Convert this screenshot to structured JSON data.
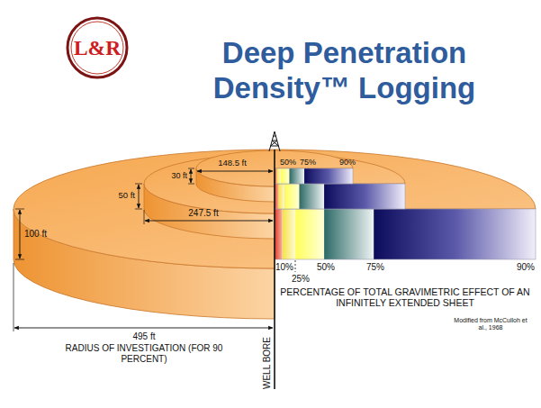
{
  "diagram": {
    "title": "Deep Penetration Density™ Logging",
    "nodes": [
      {
        "text": [
          "L&R"
        ]
      }
    ],
    "labels": [
      "50%",
      "75%",
      "90%",
      "148.5 ft",
      "30 ft",
      "247.5 ft",
      "50 ft",
      "100 ft",
      "10%",
      "25%",
      "50%",
      "75%",
      "90%",
      "495 ft",
      "RADIUS OF INVESTIGATION (FOR 90 PERCENT)",
      "WELL BORE",
      "PERCENTAGE OF TOTAL GRAVIMETRIC EFFECT OF AN INFINITELY EXTENDED SHEET",
      "Modified from McCulloh et al., 1968"
    ]
  }
}
